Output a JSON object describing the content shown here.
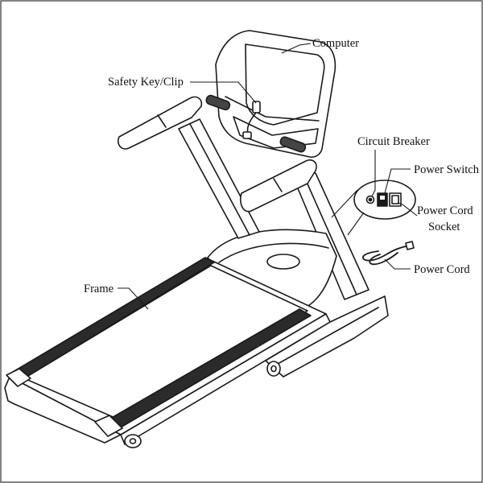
{
  "labels": {
    "computer": "Computer",
    "safety_key": "Safety Key/Clip",
    "circuit_breaker": "Circuit Breaker",
    "power_switch": "Power Switch",
    "power_cord_socket_line1": "Power Cord",
    "power_cord_socket_line2": "Socket",
    "power_cord": "Power Cord",
    "frame": "Frame"
  },
  "colors": {
    "line": "#1a1a1a",
    "belt": "#2b2b2b",
    "background": "#ffffff"
  }
}
